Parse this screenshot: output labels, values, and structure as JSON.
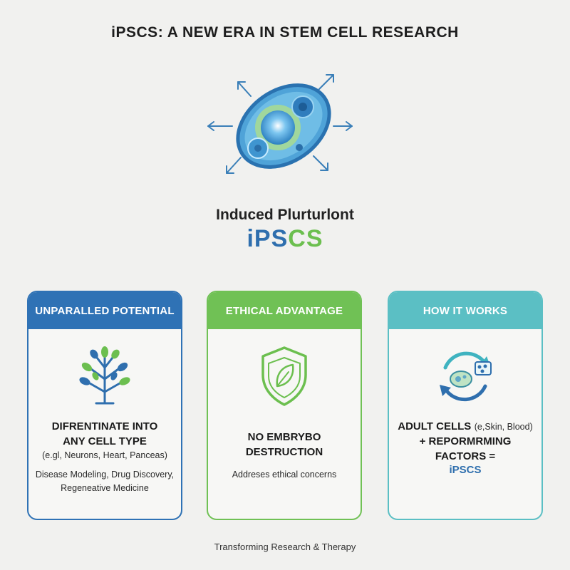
{
  "title": "iPSCS: A NEW ERA IN STEM CELL RESEARCH",
  "subtitle": "Induced Plurturlont",
  "acronym": {
    "part1": "iPS",
    "part2": "CS"
  },
  "cards": [
    {
      "header": "UNPARALLED POTENTIAL",
      "line1": "DIFRENTINATE INTO",
      "line2": "ANY CELL TYPE",
      "examples": "(e.gl, Neurons, Heart, Panceas)",
      "apps1": "Disease Modeling, Drug Discovery,",
      "apps2": "Regeneative Medicine"
    },
    {
      "header": "ETHICAL ADVANTAGE",
      "line1": "NO EMBRYBO",
      "line2": "DESTRUCTION",
      "note": "Addreses ethical concerns"
    },
    {
      "header": "HOW IT WORKS",
      "line1": "ADULT CELLS",
      "line1_extra": "(e,Skin, Blood)",
      "line2": "+ REPORMRMING",
      "line3": "FACTORS =",
      "result": "iPSCS"
    }
  ],
  "footer": "Transforming Research & Therapy",
  "colors": {
    "blue": "#2f72b5",
    "green": "#70c155",
    "teal": "#5bbfc4",
    "background": "#f1f1ef"
  },
  "icons": [
    "cell-icon",
    "tree-icon",
    "shield-leaf-icon",
    "reprogramming-cycle-icon"
  ]
}
